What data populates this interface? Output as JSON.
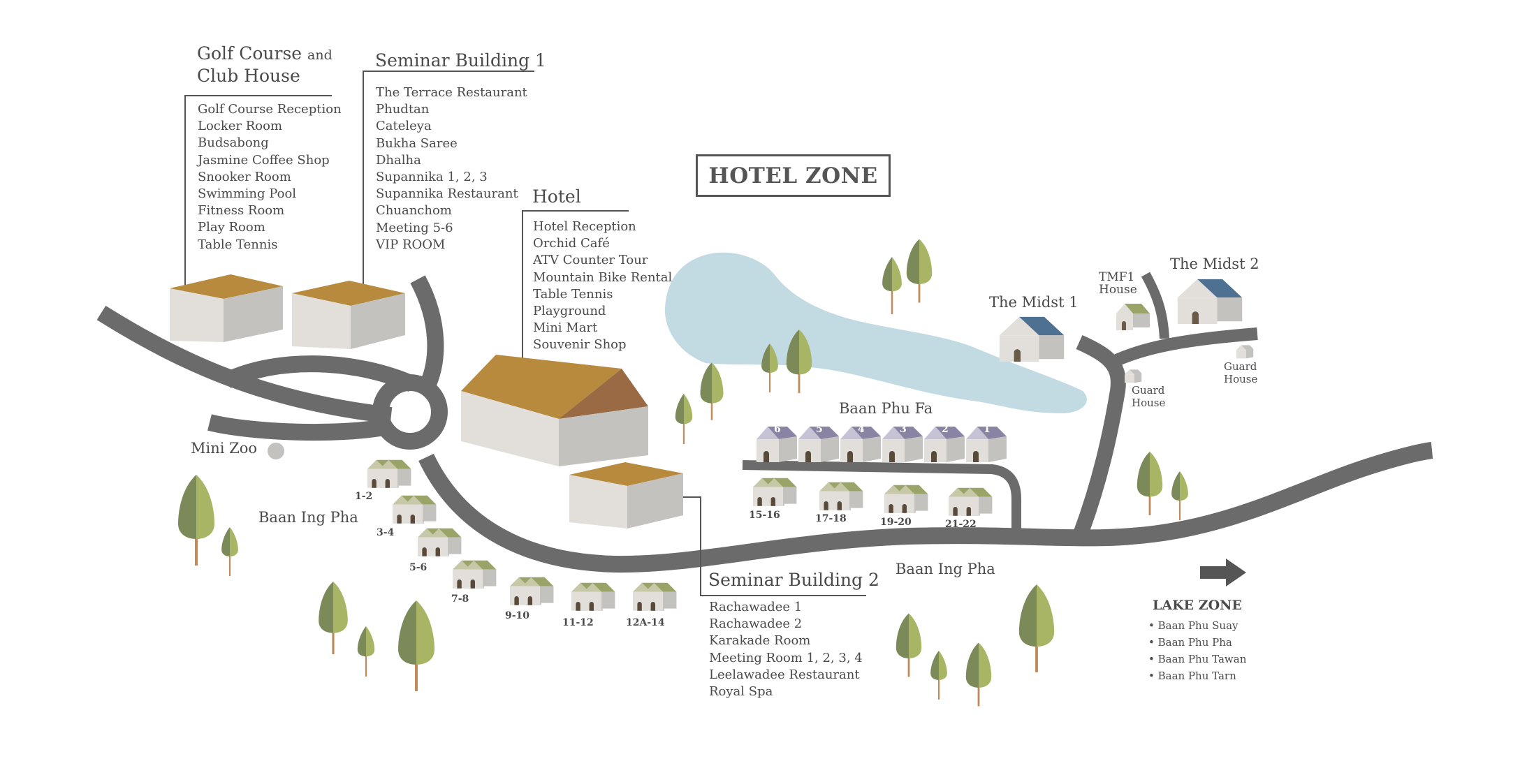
{
  "map_title": "HOTEL ZONE",
  "golf_course": {
    "title_main": "Golf Course",
    "title_and": "and",
    "title_line2": "Club House",
    "items": [
      "Golf Course Reception",
      "Locker Room",
      "Budsabong",
      "Jasmine Coffee Shop",
      "Snooker Room",
      "Swimming Pool",
      "Fitness Room",
      "Play Room",
      "Table Tennis"
    ]
  },
  "seminar_building_1": {
    "title": "Seminar Building 1",
    "items": [
      "The Terrace Restaurant",
      "Phudtan",
      "Cateleya",
      "Bukha Saree",
      "Dhalha",
      "Supannika 1, 2, 3",
      "Supannika Restaurant",
      "Chuanchom",
      "Meeting 5-6",
      "VIP ROOM"
    ]
  },
  "hotel": {
    "title": "Hotel",
    "items": [
      "Hotel Reception",
      "Orchid Café",
      "ATV Counter Tour",
      "Mountain Bike Rental",
      "Table Tennis",
      "Playground",
      "Mini Mart",
      "Souvenir Shop"
    ]
  },
  "seminar_building_2": {
    "title": "Seminar Building 2",
    "items": [
      "Rachawadee 1",
      "Rachawadee 2",
      "Karakade Room",
      "Meeting Room 1, 2, 3, 4",
      "Leelawadee Restaurant",
      "Royal Spa"
    ]
  },
  "lake_zone": {
    "title": "LAKE ZONE",
    "items": [
      "• Baan Phu Suay",
      "• Baan Phu Pha",
      "• Baan Phu Tawan",
      "• Baan Phu Tarn"
    ]
  },
  "labels": {
    "mini_zoo": "Mini Zoo",
    "baan_ing_pha_left": "Baan Ing Pha",
    "baan_ing_pha_road": "Baan Ing Pha",
    "baan_phu_fa": "Baan Phu Fa",
    "the_midst_1": "The Midst 1",
    "the_midst_2": "The Midst 2",
    "tmf1_line1": "TMF1",
    "tmf1_line2": "House",
    "guard_house_line1": "Guard",
    "guard_house_line2": "House"
  },
  "ing_pha_units": [
    "1-2",
    "3-4",
    "5-6",
    "7-8",
    "9-10",
    "11-12",
    "12A-14"
  ],
  "phu_fa_units": [
    "6",
    "5",
    "4",
    "3",
    "2",
    "1"
  ],
  "phu_fa_lower_units": [
    "15-16",
    "17-18",
    "19-20",
    "21-22"
  ],
  "colors": {
    "road": "#6b6b6b",
    "lake": "#c2dae2",
    "roof_orange": "#b88a3e",
    "roof_orange_dark": "#9a6a45",
    "roof_green": "#9aa468",
    "roof_purple": "#8a84a4",
    "roof_blue": "#4e7091",
    "wall_light": "#e2dfda",
    "wall_dark": "#c4c2bf",
    "tree_dark": "#7c8a5a",
    "tree_light": "#a7b565",
    "trunk": "#c08a5a"
  }
}
